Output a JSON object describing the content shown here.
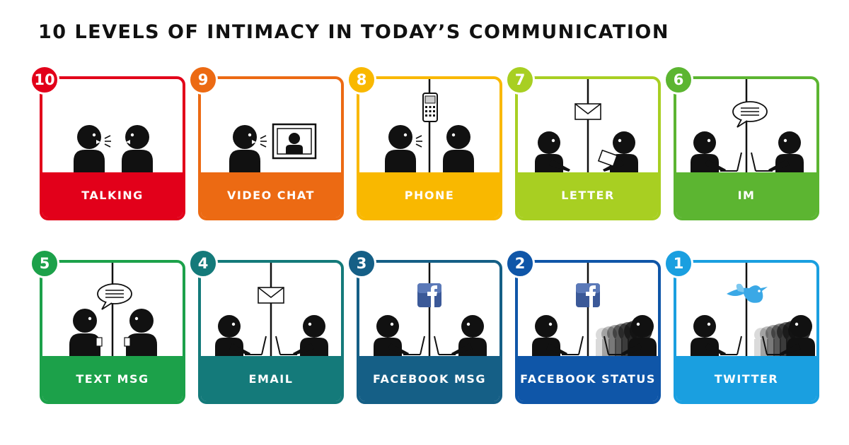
{
  "title": "10 LEVELS OF INTIMACY IN TODAY’S COMMUNICATION",
  "levels": [
    {
      "number": "10",
      "label": "TALKING",
      "color": "#e2001a",
      "scene": "talking",
      "icon": "speech-lines-icon"
    },
    {
      "number": "9",
      "label": "VIDEO CHAT",
      "color": "#ec6a13",
      "scene": "video",
      "icon": "video-screen-icon"
    },
    {
      "number": "8",
      "label": "PHONE",
      "color": "#f9b800",
      "scene": "phone",
      "icon": "mobile-phone-icon"
    },
    {
      "number": "7",
      "label": "LETTER",
      "color": "#a8cf22",
      "scene": "letter",
      "icon": "envelope-icon"
    },
    {
      "number": "6",
      "label": "IM",
      "color": "#5cb531",
      "scene": "im",
      "icon": "chat-bubble-icon"
    },
    {
      "number": "5",
      "label": "TEXT MSG",
      "color": "#1ca14a",
      "scene": "text",
      "icon": "chat-bubble-icon"
    },
    {
      "number": "4",
      "label": "EMAIL",
      "color": "#147a7a",
      "scene": "email",
      "icon": "envelope-icon"
    },
    {
      "number": "3",
      "label": "FACEBOOK MSG",
      "color": "#155f86",
      "scene": "fbmsg",
      "icon": "facebook-icon"
    },
    {
      "number": "2",
      "label": "FACEBOOK STATUS",
      "color": "#0f56a8",
      "scene": "fbstatus",
      "icon": "facebook-icon"
    },
    {
      "number": "1",
      "label": "TWITTER",
      "color": "#1a9fe0",
      "scene": "twitter",
      "icon": "twitter-bird-icon"
    }
  ]
}
